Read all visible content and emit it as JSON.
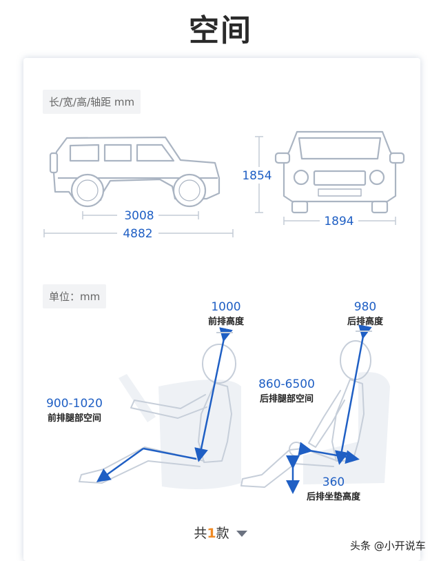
{
  "title": "空间",
  "dims_tag": "长/宽/高/轴距 mm",
  "unit_tag": "单位：mm",
  "dims": {
    "wheelbase": "3008",
    "length": "4882",
    "height": "1854",
    "width": "1894"
  },
  "seat": {
    "front_head_value": "1000",
    "front_head_label": "前排高度",
    "front_leg_value": "900-1020",
    "front_leg_label": "前排腿部空间",
    "rear_head_value": "980",
    "rear_head_label": "后排高度",
    "rear_leg_value": "860-6500",
    "rear_leg_label": "后排腿部空间",
    "rear_cushion_value": "360",
    "rear_cushion_label": "后排坐垫高度"
  },
  "count": {
    "prefix": "共",
    "number": "1",
    "suffix": "款"
  },
  "watermark": "头条 @小开说车",
  "colors": {
    "accent": "#1f5fc4",
    "highlight": "#f08a24",
    "outline": "#aab4c2"
  }
}
